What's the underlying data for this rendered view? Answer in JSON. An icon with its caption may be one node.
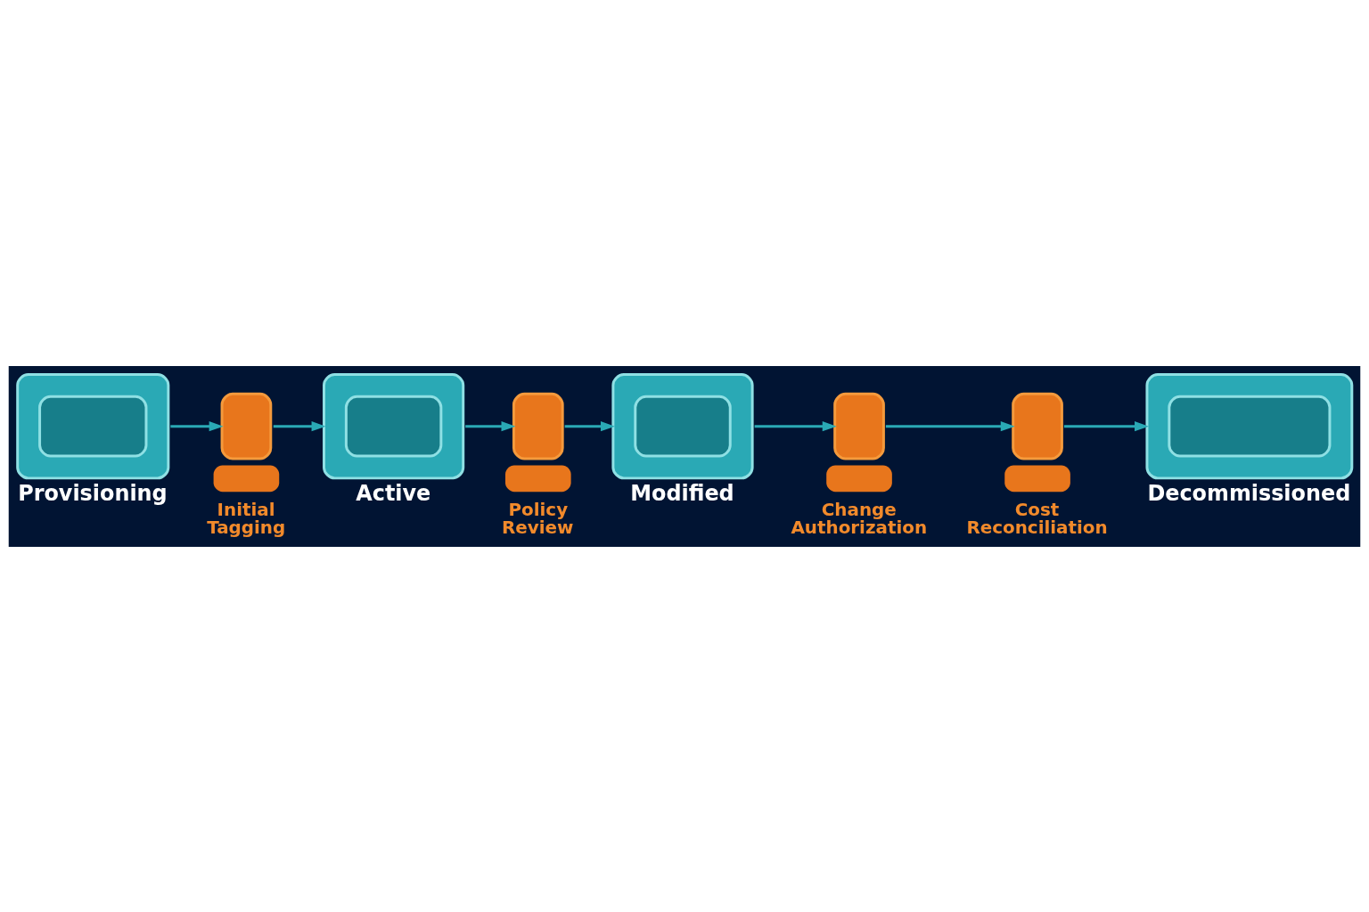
{
  "diagram": {
    "nodes": [
      {
        "text": [
          "Provisioning"
        ]
      },
      {
        "text": [
          "Initial Tagging"
        ]
      },
      {
        "text": [
          "Active"
        ]
      },
      {
        "text": [
          "Policy Review"
        ]
      },
      {
        "text": [
          "Modified"
        ]
      },
      {
        "text": [
          "Change Authorization"
        ]
      },
      {
        "text": [
          "Cost Reconciliation"
        ]
      },
      {
        "text": [
          "Decommissioned"
        ]
      }
    ],
    "edges": [
      {
        "from": 0,
        "to": 1,
        "arrow": "to"
      },
      {
        "from": 1,
        "to": 2,
        "arrow": "to"
      },
      {
        "from": 2,
        "to": 3,
        "arrow": "to"
      },
      {
        "from": 3,
        "to": 4,
        "arrow": "to"
      },
      {
        "from": 4,
        "to": 5,
        "arrow": "to"
      },
      {
        "from": 5,
        "to": 6,
        "arrow": "to"
      },
      {
        "from": 6,
        "to": 7,
        "arrow": "to"
      }
    ]
  }
}
